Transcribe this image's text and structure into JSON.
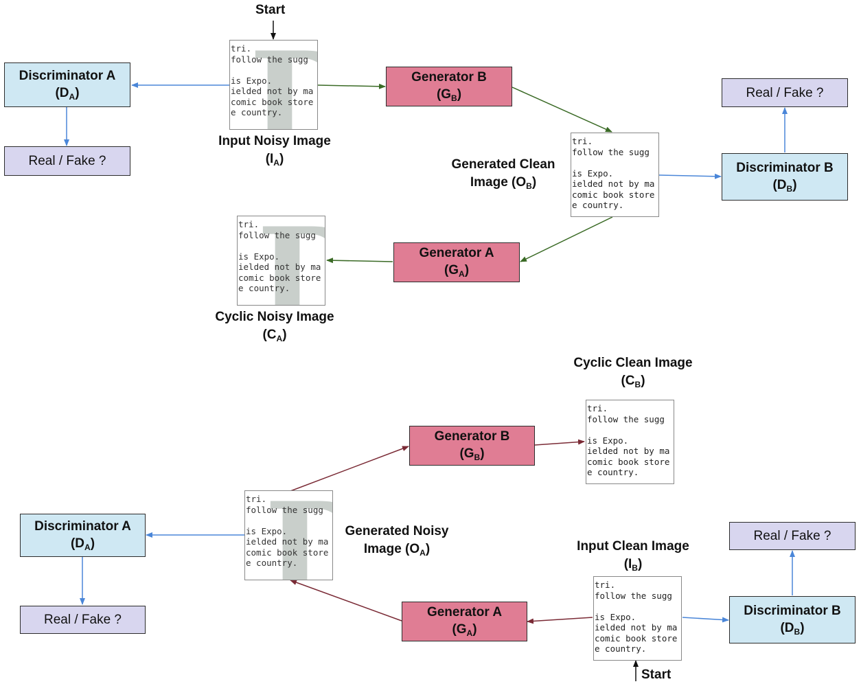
{
  "start_label": "Start",
  "sub_A": "A",
  "sub_B": "B",
  "top": {
    "disc_a": {
      "name": "Discriminator A",
      "sym": "D"
    },
    "disc_b": {
      "name": "Discriminator B",
      "sym": "D"
    },
    "gen_b": {
      "name": "Generator B",
      "sym": "G"
    },
    "gen_a": {
      "name": "Generator A",
      "sym": "G"
    },
    "rf_left": "Real / Fake ?",
    "rf_right": "Real / Fake ?",
    "input_noisy": {
      "name": "Input Noisy Image",
      "sym": "I"
    },
    "generated_clean": {
      "name1": "Generated Clean",
      "name2": "Image",
      "sym": "O"
    },
    "cyclic_noisy": {
      "name": "Cyclic Noisy Image",
      "sym": "C"
    }
  },
  "bottom": {
    "disc_a": {
      "name": "Discriminator A",
      "sym": "D"
    },
    "disc_b": {
      "name": "Discriminator B",
      "sym": "D"
    },
    "gen_b": {
      "name": "Generator B",
      "sym": "G"
    },
    "gen_a": {
      "name": "Generator A",
      "sym": "G"
    },
    "rf_left": "Real / Fake ?",
    "rf_right": "Real / Fake ?",
    "cyclic_clean": {
      "name": "Cyclic Clean Image",
      "sym": "C"
    },
    "generated_noisy": {
      "name1": "Generated Noisy",
      "name2": "Image",
      "sym": "O"
    },
    "input_clean": {
      "name": "Input Clean Image",
      "sym": "I"
    }
  },
  "thumb_lines": [
    "tri.",
    "follow the sugg",
    "",
    "is Expo.",
    "ielded not by ma",
    "comic book store",
    "e country."
  ],
  "colors": {
    "blue_arrow": "#4a86d8",
    "green_arrow": "#3a6a25",
    "maroon_arrow": "#7a2a35",
    "black_arrow": "#111111",
    "discriminator_fill": "#cfe8f3",
    "generator_fill": "#e07d94",
    "real_fake_fill": "#d8d6ef"
  }
}
